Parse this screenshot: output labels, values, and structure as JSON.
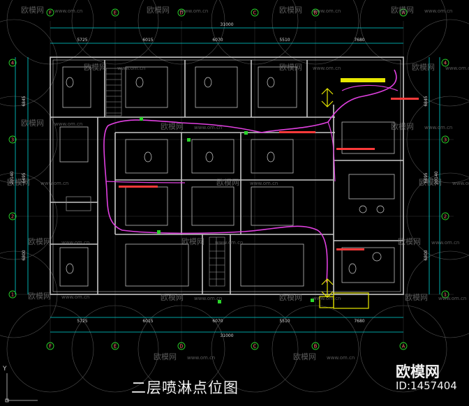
{
  "title": "二层喷淋点位图",
  "watermark": {
    "brand": "欧模网",
    "url": "www.om.cn",
    "id": "ID:1457404"
  },
  "ucs_label": "Y",
  "grid": {
    "columns_top": [
      "F",
      "E",
      "D",
      "C",
      "B",
      "A"
    ],
    "columns_bottom": [
      "F",
      "E",
      "D",
      "C",
      "B",
      "A"
    ],
    "rows_left": [
      "4",
      "3",
      "2",
      "1"
    ],
    "rows_right": [
      "4",
      "3",
      "2",
      "1"
    ]
  },
  "dimensions": {
    "top_segments": [
      "5725",
      "6015",
      "6070",
      "5510",
      "7680"
    ],
    "top_total": "31000",
    "bottom_segments": [
      "5725",
      "6015",
      "6070",
      "5510",
      "7680"
    ],
    "bottom_total": "31000",
    "left_segments": [
      "6845",
      "6495",
      "6800"
    ],
    "right_segments": [
      "6845",
      "6495",
      "6800"
    ],
    "left_total": "20140",
    "right_total": "20140"
  },
  "colors": {
    "background": "#000000",
    "wall": "#c8c8c8",
    "dim": "#00e5e5",
    "pipe": "#e040e0",
    "axis": "#2bd62b",
    "note": "#ff3a3a",
    "device": "#e8e800"
  }
}
